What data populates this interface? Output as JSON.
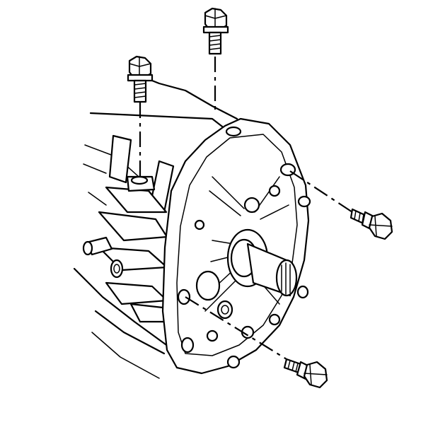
{
  "diagram": {
    "parts": [
      "transmission-case",
      "extension-housing-flange",
      "output-shaft",
      "bolt",
      "bolt",
      "bolt",
      "bolt"
    ],
    "line_color": "#000000",
    "background_color": "#ffffff"
  }
}
